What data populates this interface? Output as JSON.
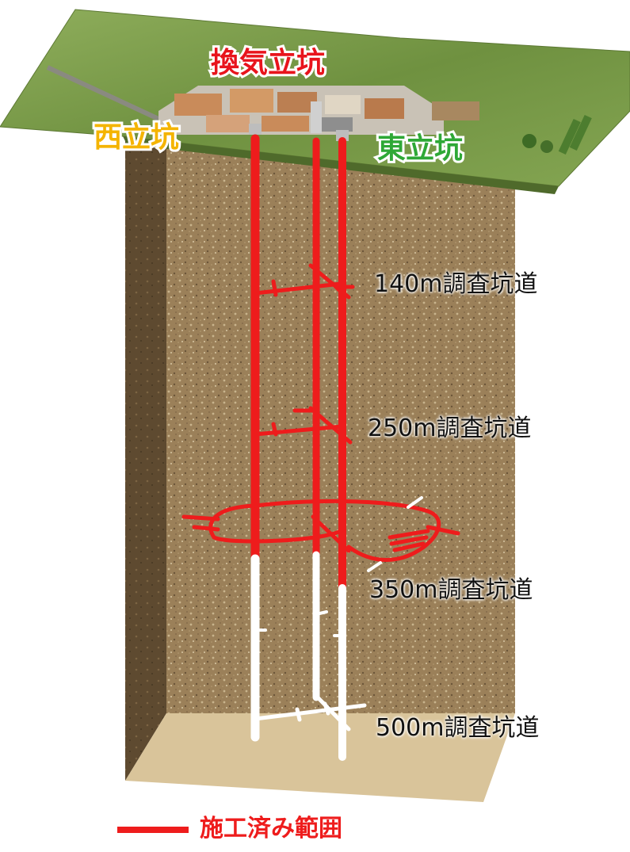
{
  "labels": {
    "ventilation_shaft": "換気立坑",
    "west_shaft": "西立坑",
    "east_shaft": "東立坑"
  },
  "levels": {
    "l140": "140m調査坑道",
    "l250": "250m調査坑道",
    "l350": "350m調査坑道",
    "l500": "500m調査坑道"
  },
  "legend": {
    "completed": "施工済み範囲"
  },
  "colors": {
    "completed": "#ee1c1c",
    "planned": "#ffffff",
    "ventilation_label": "#e8141c",
    "west_label": "#f4b400",
    "east_label": "#2ea836",
    "soil": "#9a7f58",
    "terrain": "#7a9a4a"
  }
}
